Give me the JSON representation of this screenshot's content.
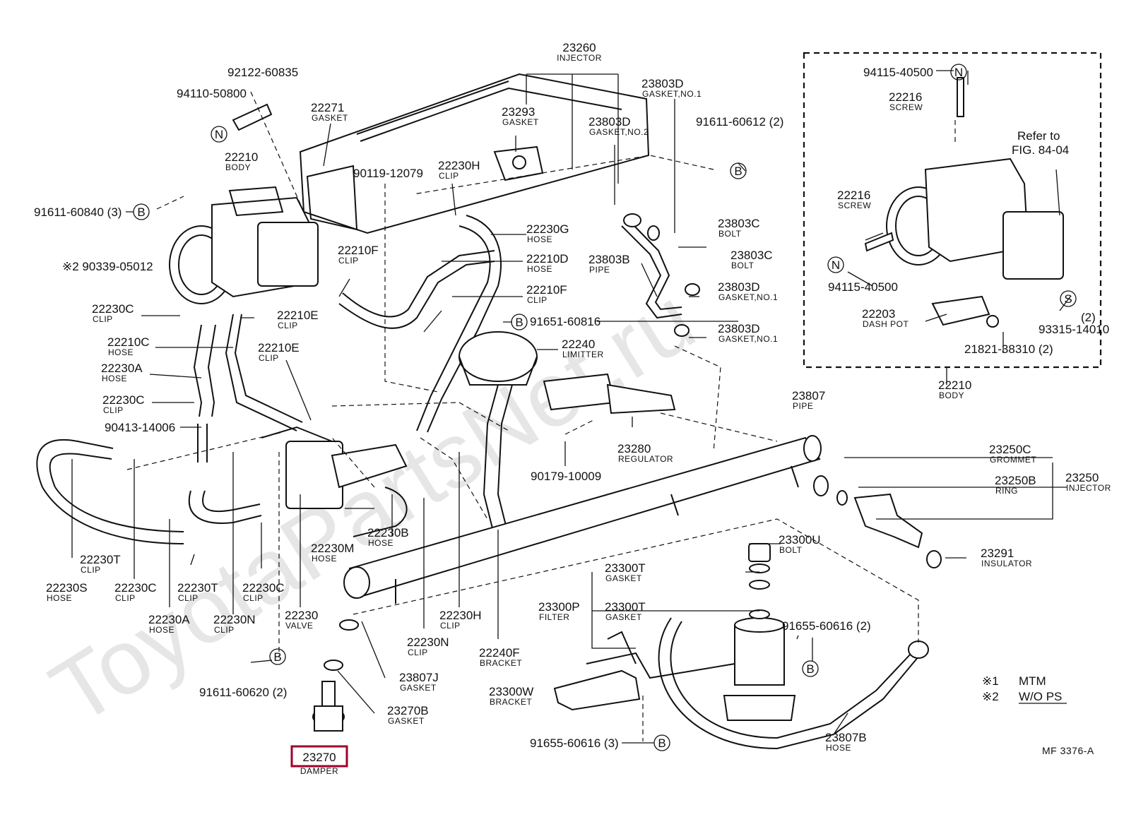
{
  "watermark": "ToyotaPartsNet.ru",
  "figure_ref": "MF 3376-A",
  "refer_note": [
    "Refer to",
    "FIG. 84-04"
  ],
  "legend": [
    {
      "mark": "※1",
      "text": "MTM"
    },
    {
      "mark": "※2",
      "text": "W/O PS"
    }
  ],
  "symbols": {
    "N": "N",
    "B": "B",
    "S": "S"
  },
  "highlighted_part": {
    "number": "23270",
    "name": "DAMPER"
  },
  "labels": [
    {
      "id": "p23260",
      "number": "23260",
      "name": "INJECTOR"
    },
    {
      "id": "p92122",
      "number": "92122-60835",
      "name": ""
    },
    {
      "id": "p94110",
      "number": "94110-50800",
      "name": ""
    },
    {
      "id": "p22271",
      "number": "22271",
      "name": "GASKET"
    },
    {
      "id": "p23293",
      "number": "23293",
      "name": "GASKET"
    },
    {
      "id": "p23803D_a",
      "number": "23803D",
      "name": "GASKET,NO.1"
    },
    {
      "id": "p23803D_no2",
      "number": "23803D",
      "name": "GASKET,NO.2"
    },
    {
      "id": "p91611_60612",
      "number": "91611-60612 (2)",
      "name": ""
    },
    {
      "id": "p22210_body",
      "number": "22210",
      "name": "BODY"
    },
    {
      "id": "p90119",
      "number": "90119-12079",
      "name": ""
    },
    {
      "id": "p22230H_top",
      "number": "22230H",
      "name": "CLIP"
    },
    {
      "id": "p91611_60840",
      "number": "91611-60840 (3)",
      "name": ""
    },
    {
      "id": "p22230G",
      "number": "22230G",
      "name": "HOSE"
    },
    {
      "id": "p23803C_a",
      "number": "23803C",
      "name": "BOLT"
    },
    {
      "id": "p22210D",
      "number": "22210D",
      "name": "HOSE"
    },
    {
      "id": "p23803B",
      "number": "23803B",
      "name": "PIPE"
    },
    {
      "id": "p23803C_b",
      "number": "23803C",
      "name": "BOLT"
    },
    {
      "id": "p22210F_a",
      "number": "22210F",
      "name": "CLIP"
    },
    {
      "id": "p90339",
      "number": "※2 90339-05012",
      "name": ""
    },
    {
      "id": "p23803D_b",
      "number": "23803D",
      "name": "GASKET,NO.1"
    },
    {
      "id": "p22210F_b",
      "number": "22210F",
      "name": "CLIP"
    },
    {
      "id": "p22230C_a",
      "number": "22230C",
      "name": "CLIP"
    },
    {
      "id": "p22210E_a",
      "number": "22210E",
      "name": "CLIP"
    },
    {
      "id": "p23803D_c",
      "number": "23803D",
      "name": "GASKET,NO.1"
    },
    {
      "id": "p91651",
      "number": "91651-60816",
      "name": ""
    },
    {
      "id": "p22210C",
      "number": "22210C",
      "name": "HOSE"
    },
    {
      "id": "p22240",
      "number": "22240",
      "name": "LIMITTER"
    },
    {
      "id": "p22210E_b",
      "number": "22210E",
      "name": "CLIP"
    },
    {
      "id": "p22230A_a",
      "number": "22230A",
      "name": "HOSE"
    },
    {
      "id": "p22230C_b",
      "number": "22230C",
      "name": "CLIP"
    },
    {
      "id": "p90413",
      "number": "90413-14006",
      "name": ""
    },
    {
      "id": "p23807",
      "number": "23807",
      "name": "PIPE"
    },
    {
      "id": "p23280",
      "number": "23280",
      "name": "REGULATOR"
    },
    {
      "id": "p90179",
      "number": "90179-10009",
      "name": ""
    },
    {
      "id": "p23250C",
      "number": "23250C",
      "name": "GROMMET"
    },
    {
      "id": "p23250B",
      "number": "23250B",
      "name": "RING"
    },
    {
      "id": "p23250",
      "number": "23250",
      "name": "INJECTOR"
    },
    {
      "id": "p22230B",
      "number": "22230B",
      "name": "HOSE"
    },
    {
      "id": "p22230M",
      "number": "22230M",
      "name": "HOSE"
    },
    {
      "id": "p23300U",
      "number": "23300U",
      "name": "BOLT"
    },
    {
      "id": "p23291",
      "number": "23291",
      "name": "INSULATOR"
    },
    {
      "id": "p22230T_a",
      "number": "22230T",
      "name": "CLIP"
    },
    {
      "id": "p22230S",
      "number": "22230S",
      "name": "HOSE"
    },
    {
      "id": "p22230C_c",
      "number": "22230C",
      "name": "CLIP"
    },
    {
      "id": "p22230T_b",
      "number": "22230T",
      "name": "CLIP"
    },
    {
      "id": "p22230C_d",
      "number": "22230C",
      "name": "CLIP"
    },
    {
      "id": "p23300T_a",
      "number": "23300T",
      "name": "GASKET"
    },
    {
      "id": "p23300P",
      "number": "23300P",
      "name": "FILTER"
    },
    {
      "id": "p23300T_b",
      "number": "23300T",
      "name": "GASKET"
    },
    {
      "id": "p22230A_b",
      "number": "22230A",
      "name": "HOSE"
    },
    {
      "id": "p22230N_a",
      "number": "22230N",
      "name": "CLIP"
    },
    {
      "id": "p22230_valve",
      "number": "22230",
      "name": "VALVE"
    },
    {
      "id": "p22230H_b",
      "number": "22230H",
      "name": "CLIP"
    },
    {
      "id": "p22230N_b",
      "number": "22230N",
      "name": "CLIP"
    },
    {
      "id": "p22240F",
      "number": "22240F",
      "name": "BRACKET"
    },
    {
      "id": "p91655_2",
      "number": "91655-60616 (2)",
      "name": ""
    },
    {
      "id": "p91611_60620",
      "number": "91611-60620 (2)",
      "name": ""
    },
    {
      "id": "p23807J",
      "number": "23807J",
      "name": "GASKET"
    },
    {
      "id": "p23270B",
      "number": "23270B",
      "name": "GASKET"
    },
    {
      "id": "p23300W",
      "number": "23300W",
      "name": "BRACKET"
    },
    {
      "id": "p91655_3",
      "number": "91655-60616 (3)",
      "name": ""
    },
    {
      "id": "p23807B",
      "number": "23807B",
      "name": "HOSE"
    },
    {
      "id": "i94115_top",
      "number": "94115-40500",
      "name": ""
    },
    {
      "id": "i22216_top",
      "number": "22216",
      "name": "SCREW"
    },
    {
      "id": "i22216_mid",
      "number": "22216",
      "name": "SCREW"
    },
    {
      "id": "i94115_mid",
      "number": "94115-40500",
      "name": ""
    },
    {
      "id": "i22203",
      "number": "22203",
      "name": "DASH POT"
    },
    {
      "id": "i93315",
      "number": "93315-14010",
      "name": ""
    },
    {
      "id": "i93315_qty",
      "number": "(2)",
      "name": ""
    },
    {
      "id": "i21821",
      "number": "21821-38310 (2)",
      "name": ""
    },
    {
      "id": "i22210",
      "number": "22210",
      "name": "BODY"
    }
  ]
}
